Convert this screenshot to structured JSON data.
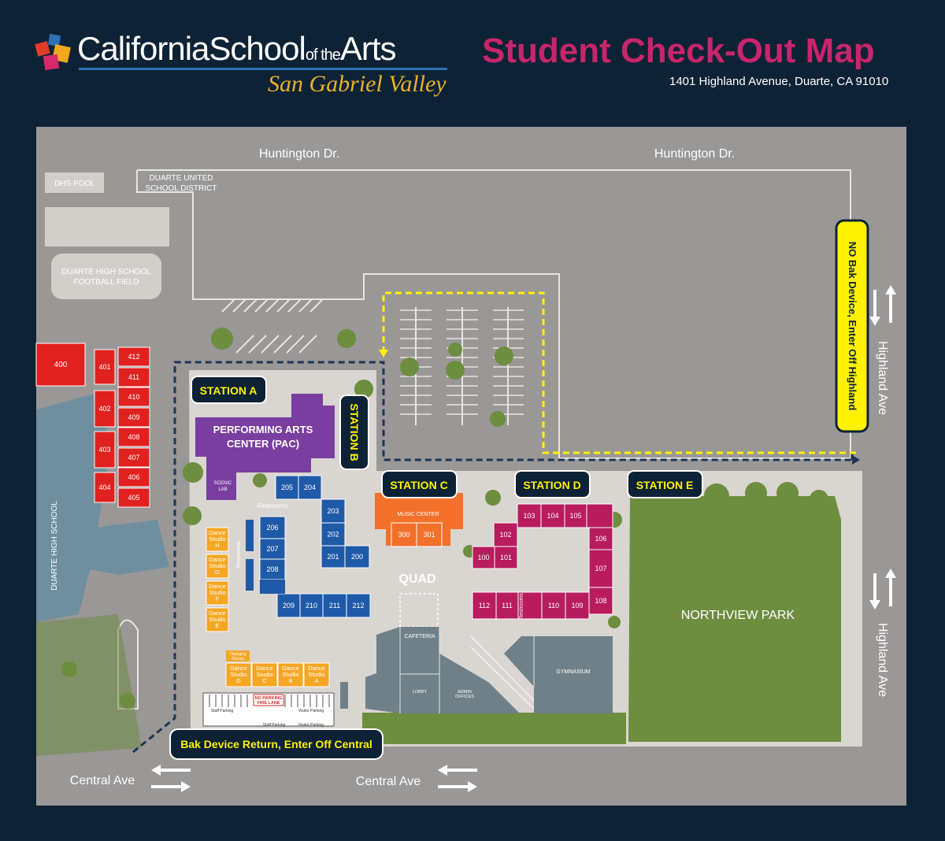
{
  "header": {
    "brand_main": "CaliforniaSchool",
    "brand_small": "of the",
    "brand_end": "Arts",
    "brand_sub": "San Gabriel Valley",
    "title": "Student Check-Out Map",
    "address": "1401 Highland Avenue, Duarte, CA 91010"
  },
  "streets": {
    "huntington_left": "Huntington Dr.",
    "huntington_right": "Huntington Dr.",
    "central_left": "Central Ave",
    "central_right": "Central Ave",
    "highland_top": "Highland Ave",
    "highland_bottom": "Highland Ave"
  },
  "places": {
    "dhs_pool": "DHS POOL",
    "district_line1": "DUARTE UNITED",
    "district_line2": "SCHOOL DISTRICT",
    "football_line1": "DUARTE HIGH SCHOOL",
    "football_line2": "FOOTBALL FIELD",
    "duarte_hs": "DUARTE HIGH SCHOOL",
    "pac_line1": "PERFORMING ARTS",
    "pac_line2": "CENTER (PAC)",
    "scenic_line1": "SCENIC",
    "scenic_line2": "LAB",
    "restrooms_top": "Restrooms",
    "restrooms_side": "Restrooms",
    "restrooms_d": "Restrooms",
    "quad": "QUAD",
    "music_center": "MUSIC CENTER",
    "cafeteria": "CAFETERIA",
    "lobby": "LOBBY",
    "admin_line1": "ADMIN",
    "admin_line2": "OFFICES",
    "gymnasium": "GYMNASIUM",
    "northview": "NORTHVIEW PARK",
    "changing_line1": "Changing",
    "changing_line2": "Rooms",
    "no_parking_line1": "NO PARKING",
    "no_parking_line2": "FIRE LANE",
    "staff_parking": "Staff Parking",
    "staff_parking2": "Staff Parking",
    "visitor_parking": "Visitor Parking",
    "visitor_parking2": "Visitor Parking"
  },
  "stations": {
    "a": "STATION A",
    "b": "STATION B",
    "c": "STATION C",
    "d": "STATION D",
    "e": "STATION E"
  },
  "notices": {
    "highland": "NO Bak Device, Enter Off Highland",
    "central": "Bak Device Return, Enter Off Central"
  },
  "rooms_400": [
    "400",
    "401",
    "402",
    "403",
    "404",
    "405",
    "406",
    "407",
    "408",
    "409",
    "410",
    "411",
    "412"
  ],
  "rooms_200": [
    "205",
    "204",
    "203",
    "202",
    "201",
    "200",
    "206",
    "207",
    "208",
    "209",
    "210",
    "211",
    "212"
  ],
  "rooms_300": [
    "300",
    "301"
  ],
  "rooms_100": [
    "103",
    "104",
    "105",
    "102",
    "100",
    "101",
    "106",
    "107",
    "108",
    "112",
    "111",
    "110",
    "109"
  ],
  "dance_side": [
    {
      "l1": "Dance",
      "l2": "Studio",
      "l3": "H"
    },
    {
      "l1": "Dance",
      "l2": "Studio",
      "l3": "G"
    },
    {
      "l1": "Dance",
      "l2": "Studio",
      "l3": "F"
    },
    {
      "l1": "Dance",
      "l2": "Studio",
      "l3": "E"
    }
  ],
  "dance_bottom": [
    {
      "l1": "Dance",
      "l2": "Studio",
      "l3": "D"
    },
    {
      "l1": "Dance",
      "l2": "Studio",
      "l3": "C"
    },
    {
      "l1": "Dance",
      "l2": "Studio",
      "l3": "B"
    },
    {
      "l1": "Dance",
      "l2": "Studio",
      "l3": "A"
    }
  ],
  "colors": {
    "background": "#0e2236",
    "ground": "#9a9797",
    "campus": "#d9d5d0",
    "red_rooms": "#e0211f",
    "blue_rooms": "#1f5aa8",
    "magenta_rooms": "#b81c5c",
    "orange_music": "#f2702a",
    "purple_pac": "#7a3ea0",
    "dance_gold": "#f5a623",
    "park_green": "#6d8d3f",
    "station_bg": "#0e2236",
    "notice_yellow": "#fff200",
    "title_pink": "#c8256a"
  }
}
